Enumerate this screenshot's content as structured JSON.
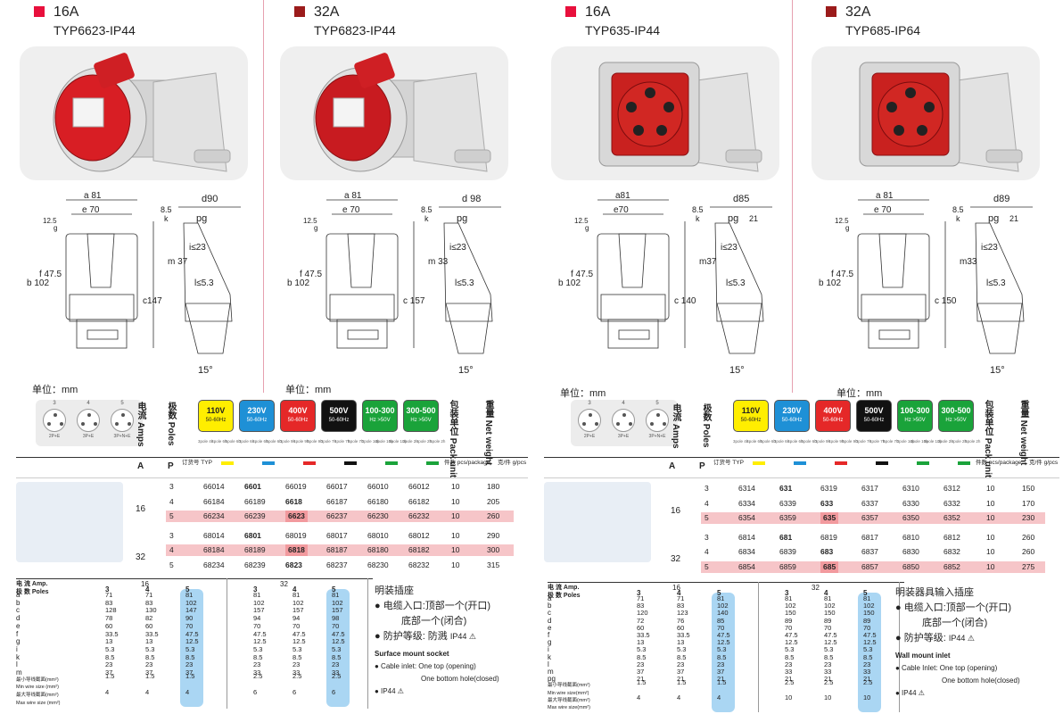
{
  "left": {
    "products": [
      {
        "amp": "16A",
        "typ": "TYP6623-IP44",
        "color": "#e8103c",
        "dims": {
          "a": "a 81",
          "e": "e 70",
          "d": "d90",
          "k": "k",
          "k85": "8.5",
          "b": "b 102",
          "f": "f 47.5",
          "c": "c147",
          "m": "m 37",
          "pg": "pg",
          "g": "g",
          "g125": "12.5",
          "i23": "i≤23",
          "l53": "l≤5.3",
          "angle": "15°"
        }
      },
      {
        "amp": "32A",
        "typ": "TYP6823-IP44",
        "color": "#9b1b1b",
        "dims": {
          "a": "a 81",
          "e": "e 70",
          "d": "d 98",
          "k": "k",
          "k85": "8.5",
          "b": "b 102",
          "f": "f 47.5",
          "c": "c 157",
          "m": "m 33",
          "pg": "pg",
          "g": "g",
          "g125": "12.5",
          "i23": "i≤23",
          "l53": "l≤5.3",
          "angle": "15°"
        }
      }
    ],
    "unit_a": "单位：mm",
    "unit_b": "单位：mm",
    "chips": [
      "2P+E",
      "3P+E",
      "3P+N+E"
    ],
    "chip_nums": [
      "3",
      "4",
      "5"
    ],
    "hdr": {
      "amps": "电流 Amps",
      "poles": "极数 Poles",
      "pack": "包装单位 Pack unit",
      "weight": "重量 Net weight"
    },
    "volts": [
      {
        "v": "110V",
        "hz": "50-60Hz",
        "bg": "#ffee00",
        "fg": "#222"
      },
      {
        "v": "230V",
        "hz": "50-60Hz",
        "bg": "#1e90d6",
        "fg": "#fff"
      },
      {
        "v": "400V",
        "hz": "50-60Hz",
        "bg": "#e52828",
        "fg": "#fff"
      },
      {
        "v": "500V",
        "hz": "50-60Hz",
        "bg": "#111111",
        "fg": "#fff"
      },
      {
        "v": "100-300",
        "hz": "Hz >50V",
        "bg": "#1aa33a",
        "fg": "#fff"
      },
      {
        "v": "300-500",
        "hz": "Hz >50V",
        "bg": "#1aa33a",
        "fg": "#fff"
      }
    ],
    "polerow": [
      "3pole 4h",
      "4pole 6h",
      "5pole 6h",
      "3pole 6h",
      "4pole 6h",
      "5pole 6h",
      "3pole 9h",
      "4pole 9h",
      "5pole 9h",
      "3pole 7h",
      "4pole 7h",
      "5pole 7h",
      "3pole 10h",
      "4pole 10h",
      "5pole 10h",
      "3pole 2h",
      "4pole 2h",
      "5pole 2h"
    ],
    "th": {
      "a": "A",
      "p": "P",
      "typ": "订货号 TYP",
      "pack": "件数 pcs/package",
      "wt": "克/件 g/pcs"
    },
    "rows": [
      {
        "A": "",
        "P": "3",
        "c": [
          "66014",
          "6601",
          "66019",
          "66017",
          "66010",
          "66012"
        ],
        "bold": 1,
        "pk": "10",
        "w": "180",
        "hl": false
      },
      {
        "A": "16",
        "P": "4",
        "c": [
          "66184",
          "66189",
          "6618",
          "66187",
          "66180",
          "66182"
        ],
        "bold": 2,
        "pk": "10",
        "w": "205",
        "hl": false
      },
      {
        "A": "",
        "P": "5",
        "c": [
          "66234",
          "66239",
          "6623",
          "66237",
          "66230",
          "66232"
        ],
        "bold": 2,
        "pk": "10",
        "w": "260",
        "hl": true
      },
      {
        "A": "",
        "P": "3",
        "c": [
          "68014",
          "6801",
          "68019",
          "68017",
          "68010",
          "68012"
        ],
        "bold": 1,
        "pk": "10",
        "w": "290",
        "hl": false
      },
      {
        "A": "32",
        "P": "4",
        "c": [
          "68184",
          "68189",
          "6818",
          "68187",
          "68180",
          "68182"
        ],
        "bold": 2,
        "pk": "10",
        "w": "300",
        "hl": true
      },
      {
        "A": "",
        "P": "5",
        "c": [
          "68234",
          "68239",
          "6823",
          "68237",
          "68230",
          "68232"
        ],
        "bold": 2,
        "pk": "10",
        "w": "315",
        "hl": false
      }
    ],
    "spec": {
      "h_amp": "电 流 Amp.",
      "h_poles": "极 数 Poles",
      "a16": "16",
      "a32": "32",
      "labels": [
        "a",
        "b",
        "c",
        "d",
        "e",
        "f",
        "g",
        "i",
        "k",
        "l",
        "m",
        "最小导线截面(mm²)",
        "Min wire size (mm²)",
        "最大导线截面(mm²)",
        "Max wire size (mm²)"
      ],
      "cols": [
        [
          "3",
          "71",
          "83",
          "128",
          "78",
          "60",
          "33.5",
          "13",
          "5.3",
          "8.5",
          "23",
          "37",
          "1.5",
          "4"
        ],
        [
          "4",
          "71",
          "83",
          "130",
          "82",
          "60",
          "33.5",
          "13",
          "5.3",
          "8.5",
          "23",
          "37",
          "1.5",
          "4"
        ],
        [
          "5",
          "81",
          "102",
          "147",
          "90",
          "70",
          "47.5",
          "12.5",
          "5.3",
          "8.5",
          "23",
          "37",
          "1.5",
          "4"
        ],
        [
          "3",
          "81",
          "102",
          "157",
          "94",
          "70",
          "47.5",
          "12.5",
          "5.3",
          "8.5",
          "23",
          "33",
          "2.5",
          "6"
        ],
        [
          "4",
          "81",
          "102",
          "157",
          "94",
          "70",
          "47.5",
          "12.5",
          "5.3",
          "8.5",
          "23",
          "33",
          "2.5",
          "6"
        ],
        [
          "5",
          "81",
          "102",
          "157",
          "98",
          "70",
          "47.5",
          "12.5",
          "5.3",
          "8.5",
          "23",
          "33",
          "2.5",
          "6"
        ]
      ]
    },
    "notes": {
      "t1": "明装插座",
      "t2": "电缆入口:顶部一个(开口)",
      "t3": "底部一个(闭合)",
      "t4": "防护等级:  防溅",
      "t4b": "IP44",
      "e1": "Surface mount socket",
      "e2": "Cable inlet: One top (opening)",
      "e3": "One bottom hole(closed)",
      "e4": "IP44"
    }
  },
  "right": {
    "products": [
      {
        "amp": "16A",
        "typ": "TYP635-IP44",
        "color": "#e8103c",
        "dims": {
          "a": "a81",
          "e": "e70",
          "d": "d85",
          "k": "k",
          "k85": "8.5",
          "b": "b 102",
          "f": "f 47.5",
          "c": "c 140",
          "m": "m37",
          "pg": "pg",
          "pg21": "21",
          "g": "g",
          "g125": "12.5",
          "i23": "i≤23",
          "l53": "l≤5.3",
          "angle": "15°"
        }
      },
      {
        "amp": "32A",
        "typ": "TYP685-IP64",
        "color": "#9b1b1b",
        "dims": {
          "a": "a 81",
          "e": "e 70",
          "d": "d89",
          "k": "k",
          "k85": "8.5",
          "b": "b 102",
          "f": "f 47.5",
          "c": "c 150",
          "m": "m33",
          "pg": "pg",
          "pg21": "21",
          "g": "g",
          "g125": "12.5",
          "i23": "i≤23",
          "l53": "l≤5.3",
          "angle": "15°"
        }
      }
    ],
    "unit_a": "单位：mm",
    "unit_b": "单位：mm",
    "th": {
      "a": "A",
      "p": "P",
      "typ": "订货号 TYP",
      "pack": "件数 pcs/package",
      "wt": "克/件 g/pcs"
    },
    "rows": [
      {
        "A": "",
        "P": "3",
        "c": [
          "6314",
          "631",
          "6319",
          "6317",
          "6310",
          "6312"
        ],
        "bold": 1,
        "pk": "10",
        "w": "150",
        "hl": false
      },
      {
        "A": "16",
        "P": "4",
        "c": [
          "6334",
          "6339",
          "633",
          "6337",
          "6330",
          "6332"
        ],
        "bold": 2,
        "pk": "10",
        "w": "170",
        "hl": false
      },
      {
        "A": "",
        "P": "5",
        "c": [
          "6354",
          "6359",
          "635",
          "6357",
          "6350",
          "6352"
        ],
        "bold": 2,
        "pk": "10",
        "w": "230",
        "hl": true
      },
      {
        "A": "",
        "P": "3",
        "c": [
          "6814",
          "681",
          "6819",
          "6817",
          "6810",
          "6812"
        ],
        "bold": 1,
        "pk": "10",
        "w": "260",
        "hl": false
      },
      {
        "A": "32",
        "P": "4",
        "c": [
          "6834",
          "6839",
          "683",
          "6837",
          "6830",
          "6832"
        ],
        "bold": 2,
        "pk": "10",
        "w": "260",
        "hl": false
      },
      {
        "A": "",
        "P": "5",
        "c": [
          "6854",
          "6859",
          "685",
          "6857",
          "6850",
          "6852"
        ],
        "bold": 2,
        "pk": "10",
        "w": "275",
        "hl": true
      }
    ],
    "spec": {
      "h_amp": "电 流 Amp.",
      "h_poles": "极 数 Poles",
      "a16": "16",
      "a32": "32",
      "labels": [
        "a",
        "b",
        "c",
        "d",
        "e",
        "f",
        "g",
        "i",
        "k",
        "l",
        "m",
        "pg",
        "最小导线截面(mm²)",
        "Min wire size(mm²)",
        "最大导线截面(mm²)",
        "Max wire size(mm²)"
      ],
      "cols": [
        [
          "3",
          "71",
          "83",
          "120",
          "72",
          "60",
          "33.5",
          "13",
          "5.3",
          "8.5",
          "23",
          "37",
          "21",
          "1.5",
          "4"
        ],
        [
          "4",
          "71",
          "83",
          "123",
          "76",
          "60",
          "33.5",
          "13",
          "5.3",
          "8.5",
          "23",
          "37",
          "21",
          "1.5",
          "4"
        ],
        [
          "5",
          "81",
          "102",
          "140",
          "85",
          "70",
          "47.5",
          "12.5",
          "5.3",
          "8.5",
          "23",
          "37",
          "21",
          "1.5",
          "4"
        ],
        [
          "3",
          "81",
          "102",
          "150",
          "89",
          "70",
          "47.5",
          "12.5",
          "5.3",
          "8.5",
          "23",
          "33",
          "21",
          "2.5",
          "10"
        ],
        [
          "4",
          "81",
          "102",
          "150",
          "89",
          "70",
          "47.5",
          "12.5",
          "5.3",
          "8.5",
          "23",
          "33",
          "21",
          "2.5",
          "10"
        ],
        [
          "5",
          "81",
          "102",
          "150",
          "89",
          "70",
          "47.5",
          "12.5",
          "5.3",
          "8.5",
          "23",
          "33",
          "21",
          "2.5",
          "10"
        ]
      ]
    },
    "notes": {
      "t1": "明装器具输入插座",
      "t2": "电缆入口:顶部一个(开口)",
      "t3": "底部一个(闭合)",
      "t4": "防护等级:",
      "t4b": "IP44",
      "e0": "Wall mount inlet",
      "e2": "Cable Inlet: One top (opening)",
      "e3": "One bottom hole(closed)",
      "e4": "IP44"
    }
  }
}
